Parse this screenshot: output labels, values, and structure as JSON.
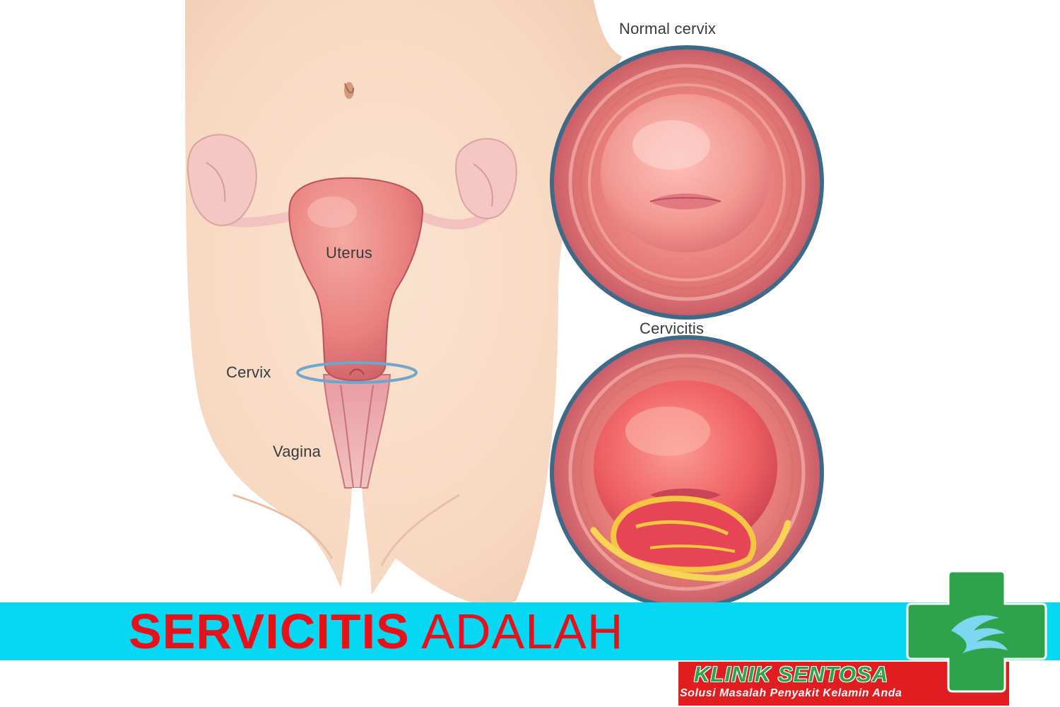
{
  "diagram": {
    "labels": {
      "normal_cervix": "Normal cervix",
      "cervicitis": "Cervicitis",
      "uterus": "Uterus",
      "cervix": "Cervix",
      "vagina": "Vagina"
    }
  },
  "banner": {
    "title_bold": "SERVICITIS",
    "title_rest": "ADALAH",
    "background_color": "#06d8f3",
    "text_color": "#e8101b"
  },
  "clinic": {
    "name": "KLINIK SENTOSA",
    "tagline": "Solusi Masalah Penyakit Kelamin Anda",
    "logo_icon": "green-cross-with-hands-icon",
    "brand_red": "#e01e22",
    "brand_green": "#2fa34a"
  }
}
